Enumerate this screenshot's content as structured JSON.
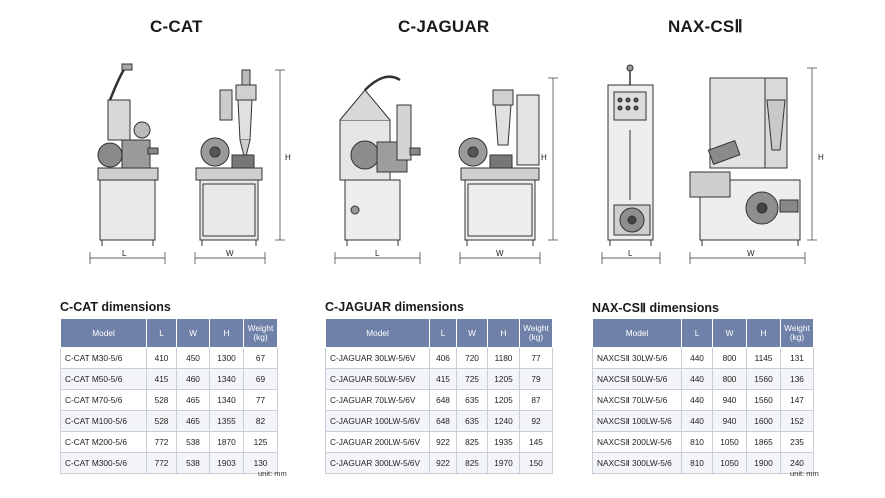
{
  "products": [
    {
      "title": "C-CAT"
    },
    {
      "title": "C-JAGUAR"
    },
    {
      "title": "NAX-CSⅡ"
    }
  ],
  "drawing_labels": {
    "length": "L",
    "width": "W",
    "height": "H"
  },
  "tables": [
    {
      "title": "C-CAT dimensions",
      "headers": [
        "Model",
        "L",
        "W",
        "H",
        "Weight (kg)"
      ],
      "rows": [
        [
          "C-CAT M30-5/6",
          "410",
          "450",
          "1300",
          "67"
        ],
        [
          "C-CAT M50-5/6",
          "415",
          "460",
          "1340",
          "69"
        ],
        [
          "C-CAT M70-5/6",
          "528",
          "465",
          "1340",
          "77"
        ],
        [
          "C-CAT M100-5/6",
          "528",
          "465",
          "1355",
          "82"
        ],
        [
          "C-CAT M200-5/6",
          "772",
          "538",
          "1870",
          "125"
        ],
        [
          "C-CAT M300-5/6",
          "772",
          "538",
          "1903",
          "130"
        ]
      ],
      "unit": "unit: mm"
    },
    {
      "title": "C-JAGUAR dimensions",
      "headers": [
        "Model",
        "L",
        "W",
        "H",
        "Weight (kg)"
      ],
      "rows": [
        [
          "C-JAGUAR 30LW-5/6V",
          "406",
          "720",
          "1180",
          "77"
        ],
        [
          "C-JAGUAR 50LW-5/6V",
          "415",
          "725",
          "1205",
          "79"
        ],
        [
          "C-JAGUAR 70LW-5/6V",
          "648",
          "635",
          "1205",
          "87"
        ],
        [
          "C-JAGUAR 100LW-5/6V",
          "648",
          "635",
          "1240",
          "92"
        ],
        [
          "C-JAGUAR 200LW-5/6V",
          "922",
          "825",
          "1935",
          "145"
        ],
        [
          "C-JAGUAR 300LW-5/6V",
          "922",
          "825",
          "1970",
          "150"
        ]
      ]
    },
    {
      "title": "NAX-CSⅡ dimensions",
      "headers": [
        "Model",
        "L",
        "W",
        "H",
        "Weight (kg)"
      ],
      "rows": [
        [
          "NAXCSⅡ 30LW-5/6",
          "440",
          "800",
          "1145",
          "131"
        ],
        [
          "NAXCSⅡ 50LW-5/6",
          "440",
          "800",
          "1560",
          "136"
        ],
        [
          "NAXCSⅡ 70LW-5/6",
          "440",
          "940",
          "1560",
          "147"
        ],
        [
          "NAXCSⅡ 100LW-5/6",
          "440",
          "940",
          "1600",
          "152"
        ],
        [
          "NAXCSⅡ 200LW-5/6",
          "810",
          "1050",
          "1865",
          "235"
        ],
        [
          "NAXCSⅡ 300LW-5/6",
          "810",
          "1050",
          "1900",
          "240"
        ]
      ],
      "unit": "unit: mm"
    }
  ],
  "colors": {
    "header_bg": "#6f81a8",
    "header_text": "#ffffff"
  }
}
